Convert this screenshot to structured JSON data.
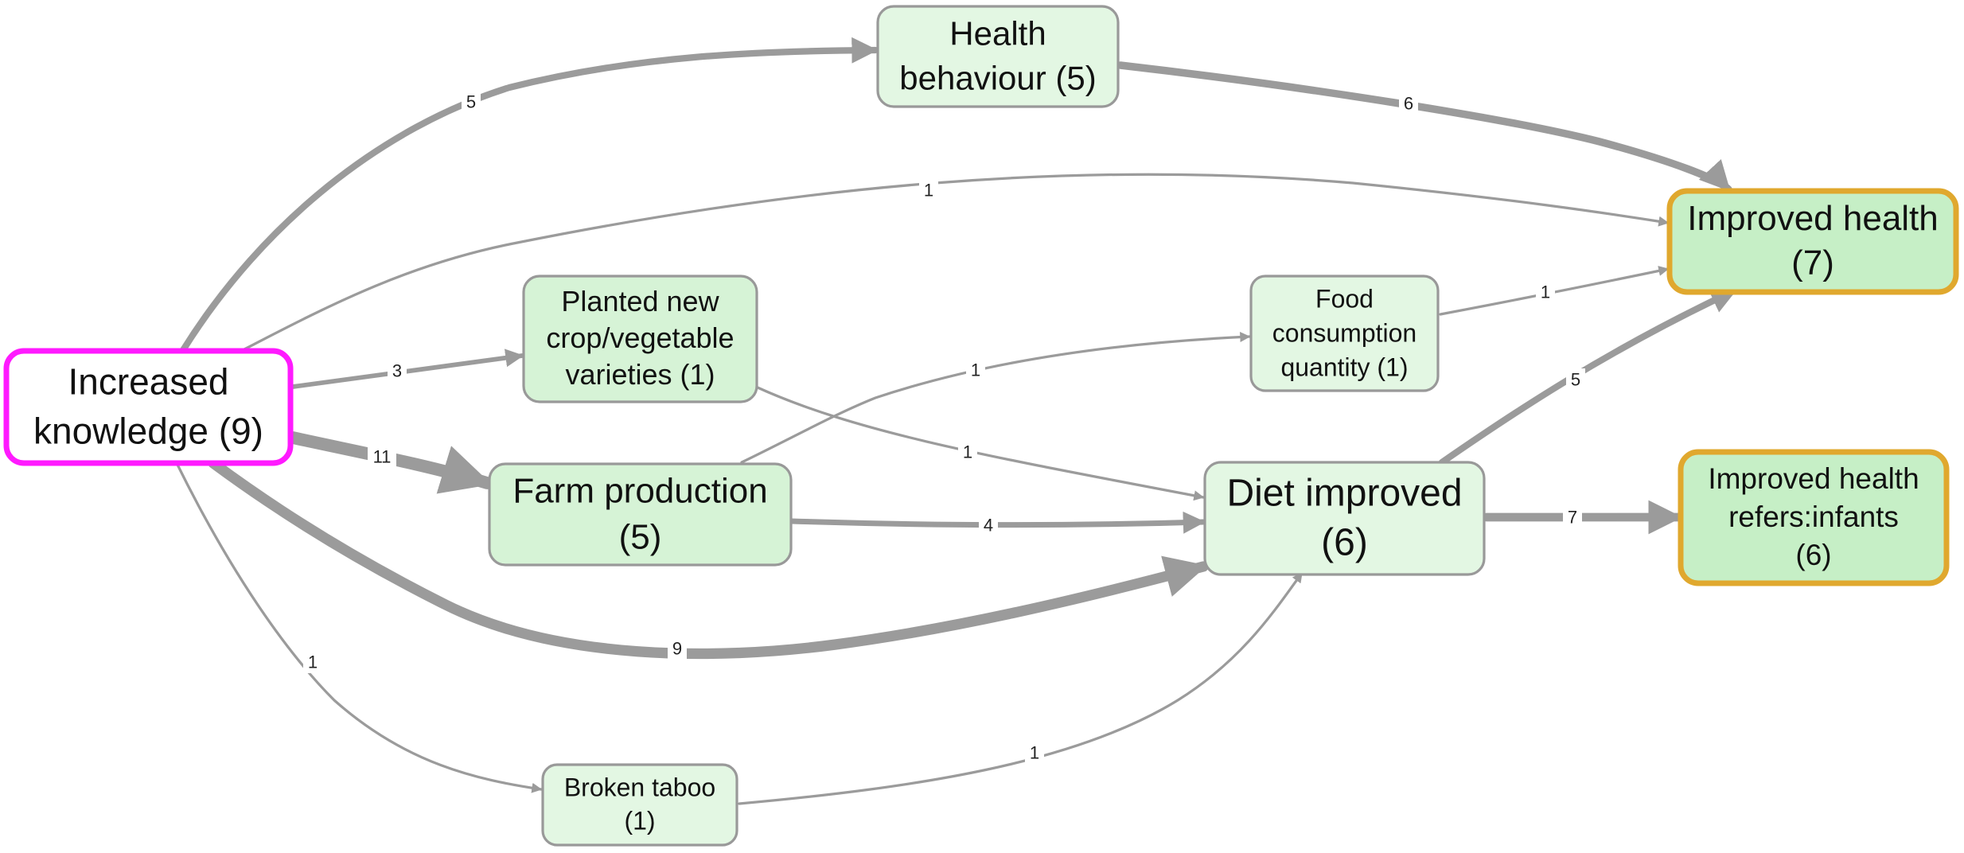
{
  "colors": {
    "edge": "#9b9b9b",
    "start_border": "#ff1aff",
    "end_border": "#e0a82e",
    "node_border": "#999999",
    "node_fill_light": "#e3f7e3",
    "node_fill_mid": "#d6f3d6",
    "node_fill_end": "#c6efc6"
  },
  "nodes": [
    {
      "id": "knowledge",
      "lines": [
        "Increased",
        "knowledge (9)"
      ],
      "kind": "start"
    },
    {
      "id": "health_behaviour",
      "lines": [
        "Health",
        "behaviour (5)"
      ],
      "kind": "mid"
    },
    {
      "id": "planted",
      "lines": [
        "Planted new",
        "crop/vegetable",
        "varieties (1)"
      ],
      "kind": "mid"
    },
    {
      "id": "farm",
      "lines": [
        "Farm production",
        "(5)"
      ],
      "kind": "mid"
    },
    {
      "id": "taboo",
      "lines": [
        "Broken taboo",
        "(1)"
      ],
      "kind": "mid"
    },
    {
      "id": "food",
      "lines": [
        "Food",
        "consumption",
        "quantity (1)"
      ],
      "kind": "mid"
    },
    {
      "id": "diet",
      "lines": [
        "Diet improved",
        "(6)"
      ],
      "kind": "mid"
    },
    {
      "id": "health",
      "lines": [
        "Improved health",
        "(7)"
      ],
      "kind": "end"
    },
    {
      "id": "infants",
      "lines": [
        "Improved health",
        "refers:infants",
        "(6)"
      ],
      "kind": "end"
    }
  ],
  "edges": [
    {
      "from": "knowledge",
      "to": "health_behaviour",
      "label": "5",
      "weight": 5
    },
    {
      "from": "health_behaviour",
      "to": "health",
      "label": "6",
      "weight": 6
    },
    {
      "from": "knowledge",
      "to": "health",
      "label": "1",
      "weight": 1
    },
    {
      "from": "knowledge",
      "to": "planted",
      "label": "3",
      "weight": 3
    },
    {
      "from": "knowledge",
      "to": "farm",
      "label": "11",
      "weight": 11
    },
    {
      "from": "knowledge",
      "to": "diet",
      "label": "9",
      "weight": 9
    },
    {
      "from": "knowledge",
      "to": "taboo",
      "label": "1",
      "weight": 1
    },
    {
      "from": "planted",
      "to": "diet",
      "label": "1",
      "weight": 1
    },
    {
      "from": "farm",
      "to": "food",
      "label": "1",
      "weight": 1
    },
    {
      "from": "farm",
      "to": "diet",
      "label": "4",
      "weight": 4
    },
    {
      "from": "food",
      "to": "health",
      "label": "1",
      "weight": 1
    },
    {
      "from": "diet",
      "to": "health",
      "label": "5",
      "weight": 5
    },
    {
      "from": "diet",
      "to": "infants",
      "label": "7",
      "weight": 7
    },
    {
      "from": "taboo",
      "to": "diet",
      "label": "1",
      "weight": 1
    }
  ]
}
